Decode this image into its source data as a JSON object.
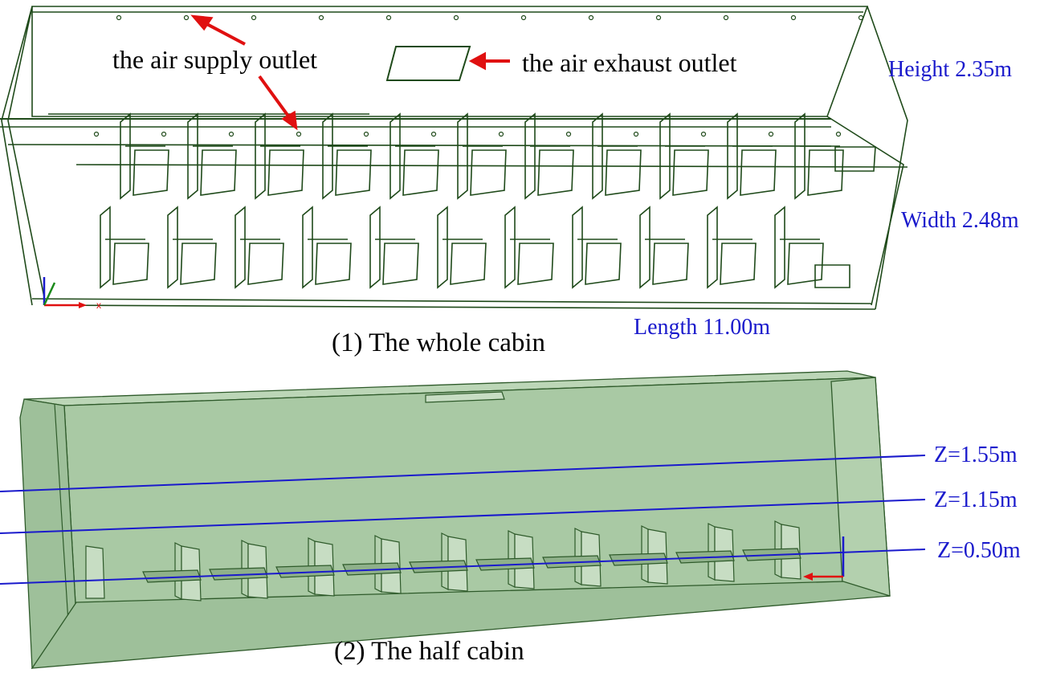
{
  "top": {
    "labels": {
      "supply": "the air supply outlet",
      "exhaust": "the air exhaust outlet",
      "height": "Height 2.35m",
      "width": "Width 2.48m",
      "length": "Length 11.00m"
    },
    "caption": "(1) The whole cabin",
    "axis_x": "x"
  },
  "bottom": {
    "planes": [
      "Z=1.55m",
      "Z=1.15m",
      "Z=0.50m"
    ],
    "caption": "(2) The half cabin"
  },
  "colors": {
    "wireframe": "#1f4a1a",
    "body_fill": "#a9c9a4",
    "body_edge": "#2e5a2a",
    "arrow": "#e01010",
    "label_blue": "#1a1acc",
    "plane_line": "#1a1acc"
  }
}
